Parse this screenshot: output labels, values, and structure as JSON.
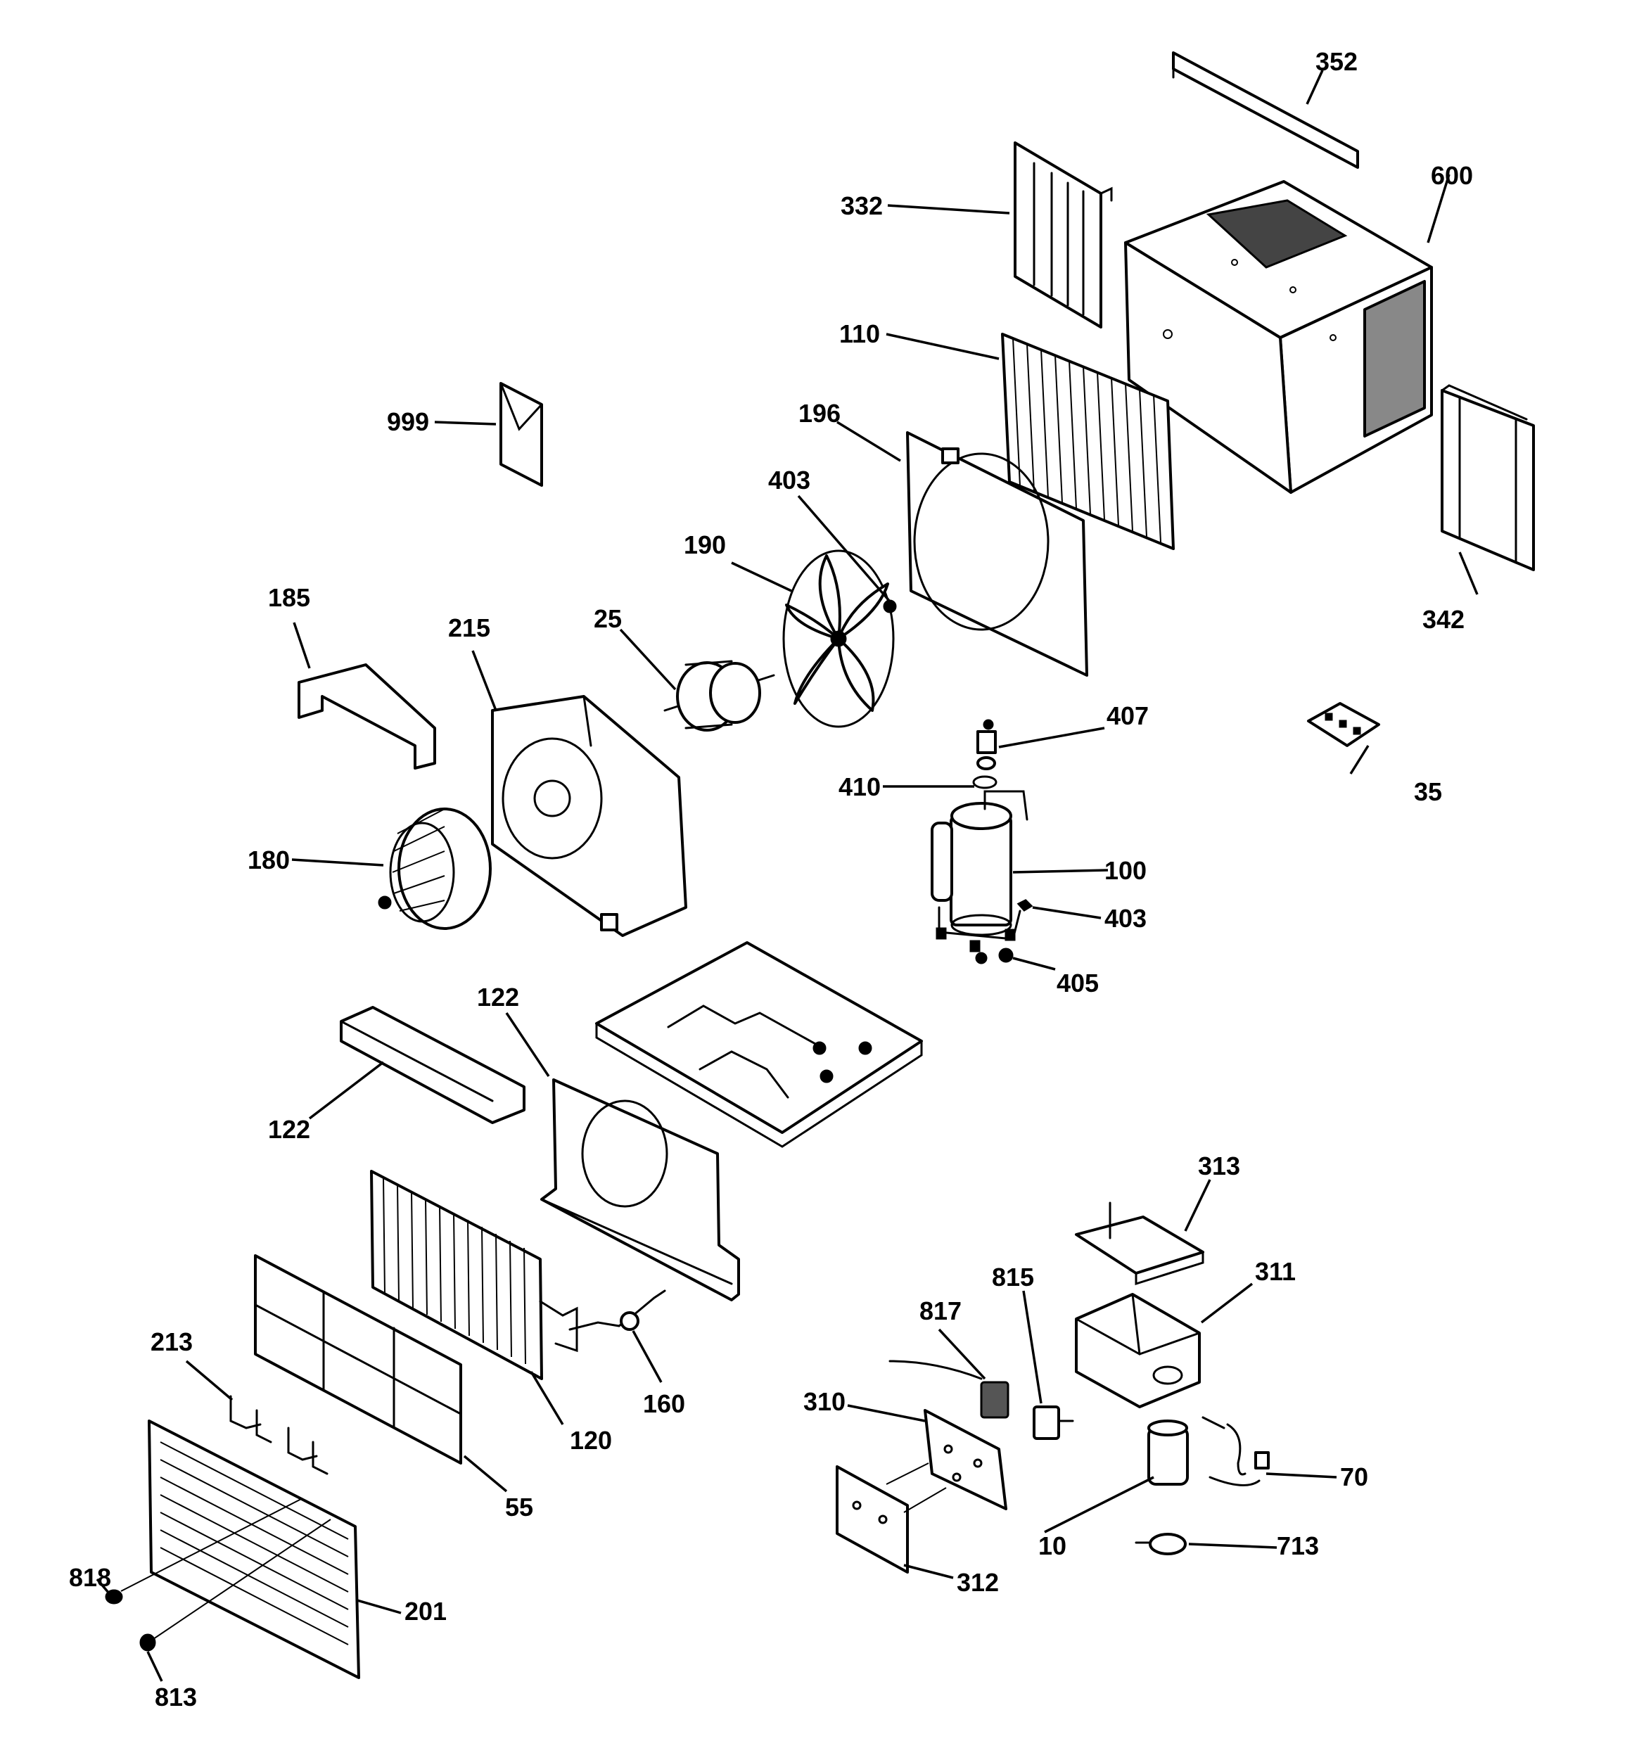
{
  "callouts": {
    "c352": "352",
    "c600": "600",
    "c332": "332",
    "c110": "110",
    "c999": "999",
    "c196": "196",
    "c403_fan": "403",
    "c190": "190",
    "c185": "185",
    "c215": "215",
    "c25": "25",
    "c342": "342",
    "c407": "407",
    "c35": "35",
    "c410": "410",
    "c180": "180",
    "c100": "100",
    "c403_comp": "403",
    "c405": "405",
    "c122_top": "122",
    "c122_left": "122",
    "c313": "313",
    "c311": "311",
    "c815": "815",
    "c817": "817",
    "c213": "213",
    "c160": "160",
    "c310": "310",
    "c120": "120",
    "c70": "70",
    "c55": "55",
    "c10": "10",
    "c713": "713",
    "c818": "818",
    "c312": "312",
    "c201": "201",
    "c813": "813"
  }
}
